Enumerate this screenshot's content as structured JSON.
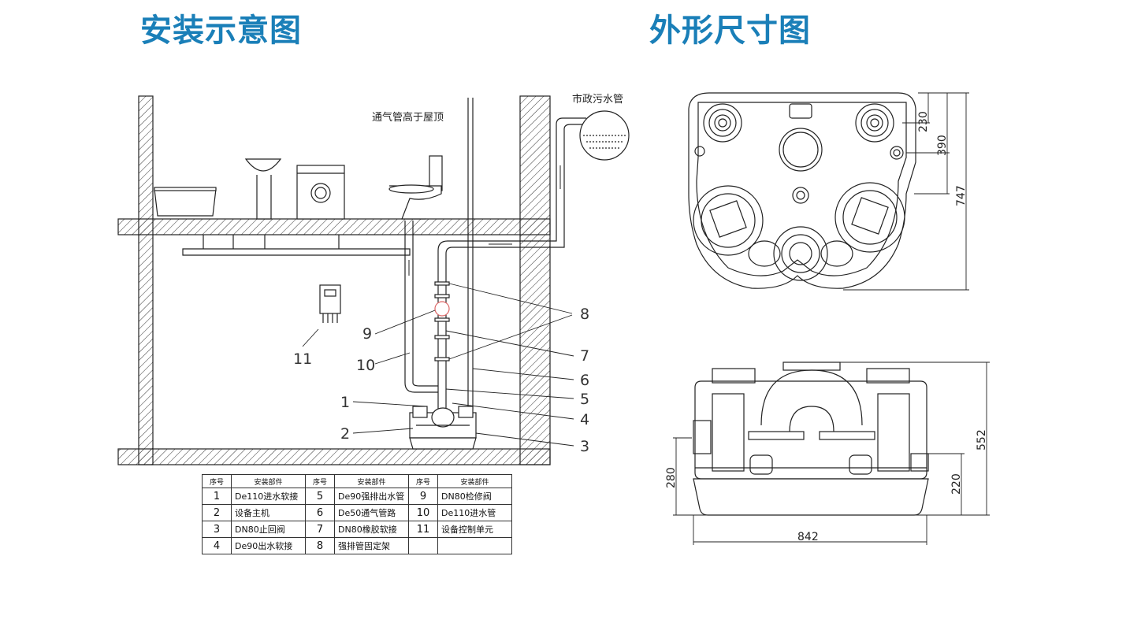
{
  "titles": {
    "left": "安装示意图",
    "right": "外形尺寸图",
    "color": "#1a7fb8"
  },
  "install_labels": {
    "vent_above_roof": "通气管高于屋顶",
    "municipal_sewer": "市政污水管",
    "callouts": [
      "1",
      "2",
      "3",
      "4",
      "5",
      "6",
      "7",
      "8",
      "9",
      "10",
      "11"
    ]
  },
  "dimensions": {
    "d230": "230",
    "d390": "390",
    "d747": "747",
    "d552": "552",
    "d280": "280",
    "d220": "220",
    "d842": "842"
  },
  "parts_table": {
    "headers": [
      "序号",
      "安装部件",
      "序号",
      "安装部件",
      "序号",
      "安装部件"
    ],
    "rows": [
      [
        "1",
        "De110进水软接",
        "5",
        "De90强排出水管",
        "9",
        "DN80检修阀"
      ],
      [
        "2",
        "设备主机",
        "6",
        "De50通气管路",
        "10",
        "De110进水管"
      ],
      [
        "3",
        "DN80止回阀",
        "7",
        "DN80橡胶软接",
        "11",
        "设备控制单元"
      ],
      [
        "4",
        "De90出水软接",
        "8",
        "强排管固定架",
        "",
        ""
      ]
    ]
  }
}
